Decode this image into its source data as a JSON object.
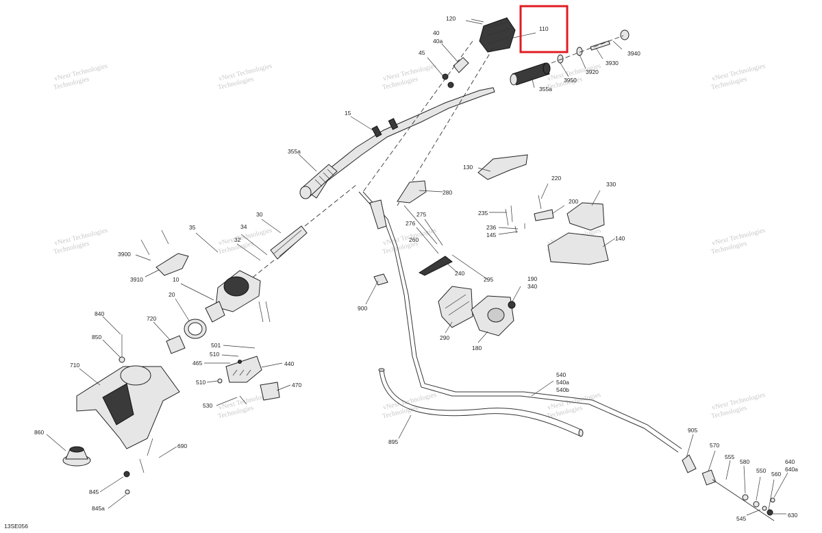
{
  "diagram_id": "13SE056",
  "highlight_label": "110",
  "labels": {
    "l120": "120",
    "l110": "110",
    "l40": "40",
    "l40a": "40a",
    "l45": "45",
    "l3940": "3940",
    "l3930": "3930",
    "l3920": "3920",
    "l3950": "3950",
    "l355a_top": "355a",
    "l15": "15",
    "l355a_mid": "355a",
    "l130": "130",
    "l280": "280",
    "l220": "220",
    "l330": "330",
    "l200": "200",
    "l235": "235",
    "l236": "236",
    "l145": "145",
    "l140": "140",
    "l275": "275",
    "l276": "276",
    "l260": "260",
    "l240": "240",
    "l295": "295",
    "l190": "190",
    "l340": "340",
    "l900": "900",
    "l290": "290",
    "l180": "180",
    "l35": "35",
    "l34": "34",
    "l30": "30",
    "l32": "32",
    "l3900": "3900",
    "l3910": "3910",
    "l10": "10",
    "l20": "20",
    "l720": "720",
    "l840": "840",
    "l850": "850",
    "l710": "710",
    "l501": "501",
    "l510a": "510",
    "l465": "465",
    "l440": "440",
    "l510b": "510",
    "l470": "470",
    "l530": "530",
    "l860": "860",
    "l690": "690",
    "l845": "845",
    "l845a": "845a",
    "l540": "540",
    "l540a": "540a",
    "l540b": "540b",
    "l895": "895",
    "l905": "905",
    "l570": "570",
    "l555": "555",
    "l580": "580",
    "l550": "550",
    "l560": "560",
    "l640": "640",
    "l640a": "640a",
    "l545": "545",
    "l630": "630"
  },
  "watermark": [
    "vNext Technologies",
    "Technologies"
  ]
}
